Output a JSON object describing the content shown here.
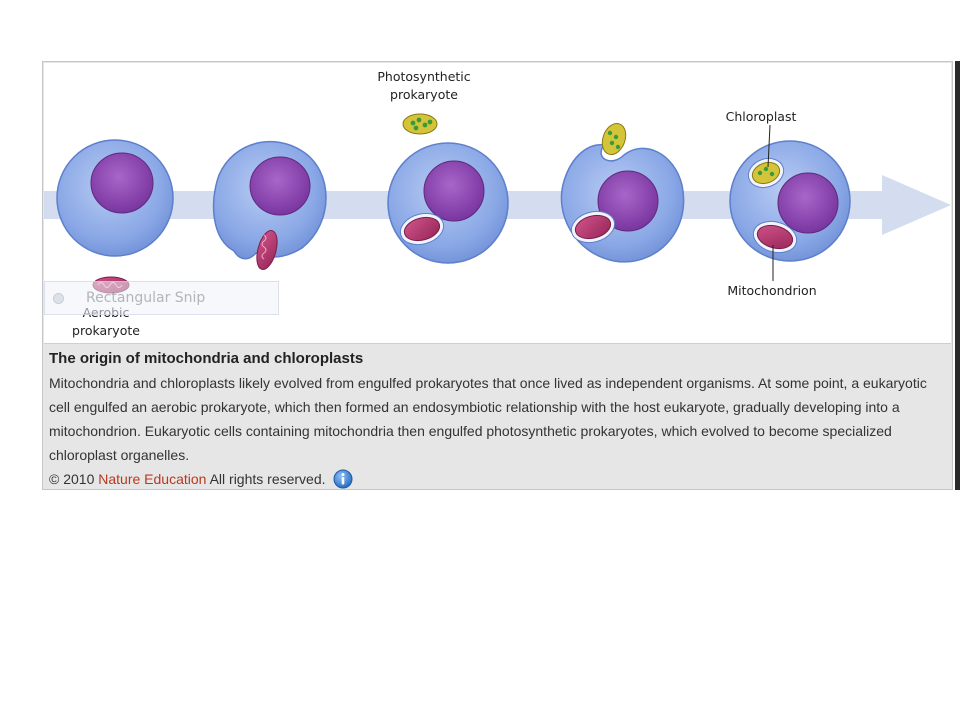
{
  "labels": {
    "aerobic_line1": "Aerobic",
    "aerobic_line2": "prokaryote",
    "photo_line1": "Photosynthetic",
    "photo_line2": "prokaryote",
    "chloroplast": "Chloroplast",
    "mitochondrion": "Mitochondrion"
  },
  "overlay": {
    "snip_label": "Rectangular Snip"
  },
  "caption": {
    "title": "The origin of mitochondria and chloroplasts",
    "body": "Mitochondria and chloroplasts likely evolved from engulfed prokaryotes that once lived as independent organisms. At some point, a eukaryotic cell engulfed an aerobic prokaryote, which then formed an endosymbiotic relationship with the host eukaryote, gradually developing into a mitochondrion. Eukaryotic cells containing mitochondria then engulfed photosynthetic prokaryotes, which evolved to become specialized chloroplast organelles.",
    "copyright_symbol": "©",
    "year": "2010",
    "publisher": "Nature Education",
    "rights": "All rights reserved."
  },
  "colors": {
    "cell_fill": "#8aa8e6",
    "nucleus_fill": "#8e48b4",
    "mito_fill": "#b8346e",
    "chloro_fill": "#d4c43a",
    "arrow_fill": "#d4dcf0",
    "publisher_link": "#b73a1e"
  },
  "icons": {
    "info": "info-icon"
  }
}
